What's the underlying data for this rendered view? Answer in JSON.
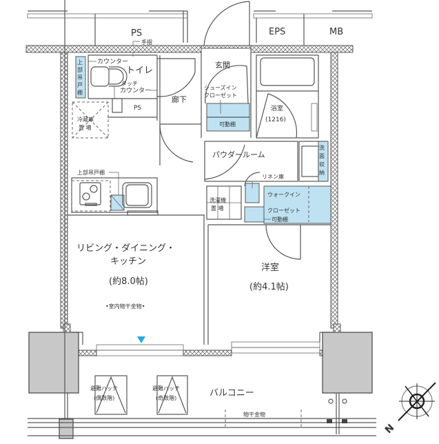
{
  "floor_plan": {
    "colors": {
      "storage_fill": "#bfe2f2",
      "pillar_fill": "#c8c8c8",
      "wall_line": "#555555",
      "marker_blue": "#29a8e0"
    },
    "top_labels": {
      "ps_top": "PS",
      "handrail": "手摺",
      "eps": "EPS",
      "mb": "MB"
    },
    "rooms": {
      "entrance": "玄関",
      "toilet": "トイレ",
      "hallway": "廊下",
      "ps_inner": "PS",
      "bathroom": "浴室",
      "bathroom_size": "(1216)",
      "powder_room": "パウダールーム",
      "ldk_line1": "リビング・ダイニング・",
      "ldk_line2": "キッチン",
      "ldk_size": "(約8.0帖)",
      "indoor_drying": "•室内物干金物•",
      "western_room": "洋室",
      "western_size": "(約4.1帖)",
      "balcony": "バルコニー"
    },
    "fixtures": {
      "counter": "カウンター",
      "upper_cabinet_v": [
        "上",
        "部",
        "吊",
        "戸",
        "棚"
      ],
      "touch_counter_1": "タッチ",
      "touch_counter_2": "カウンター",
      "shoes_closet_1": "シューズイン",
      "shoes_closet_2": "クローゼット",
      "movable_shelf": "可動棚",
      "fridge_1": "冷蔵庫",
      "fridge_2": "置 場",
      "kitchen_upper_cabinet": "上部吊戸棚",
      "linen_cabinet": "リネン庫",
      "washer_1": "洗濯機",
      "washer_2": "置 場",
      "walkin_1": "ウォークイン",
      "walkin_2": "クローゼット",
      "walkin_shelf": "可動棚",
      "vanity_v": [
        "洗",
        "面",
        "収",
        "納"
      ],
      "hatch_odd_1": "避難ハッチ",
      "hatch_odd_2": "(偶数階)",
      "hatch_even_1": "避難ハッチ",
      "hatch_even_2": "(奇数階)",
      "balcony_drying": "物干金物"
    },
    "compass": {
      "north_label": "N"
    }
  }
}
